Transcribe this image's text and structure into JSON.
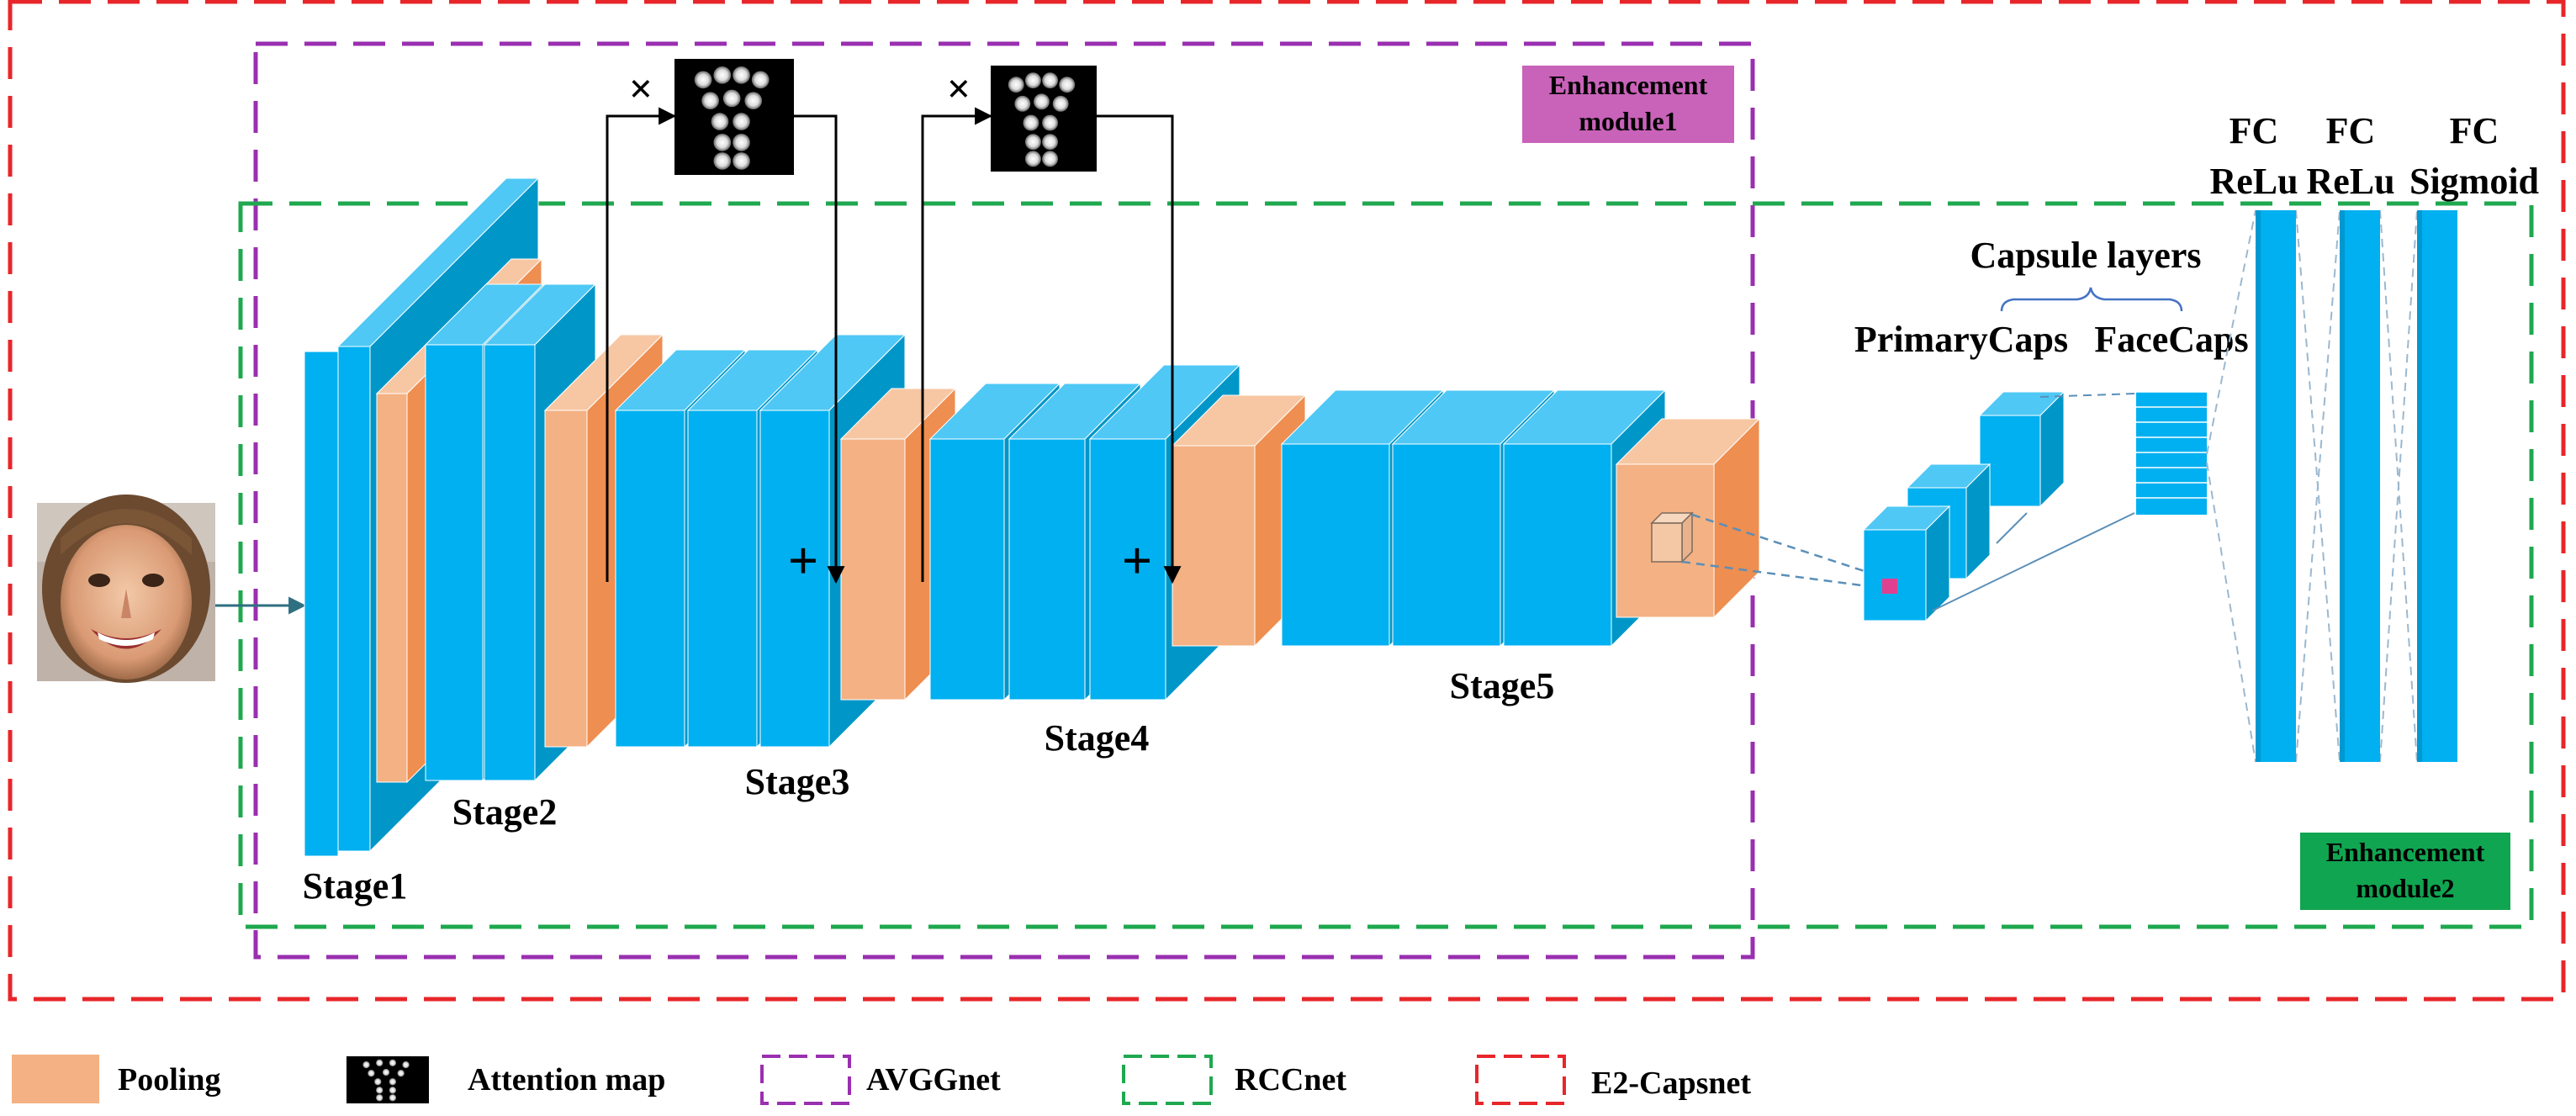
{
  "labels": {
    "stage1": "Stage1",
    "stage2": "Stage2",
    "stage3": "Stage3",
    "stage4": "Stage4",
    "stage5": "Stage5",
    "capsule_layers": "Capsule layers",
    "primary_caps": "PrimaryCaps",
    "face_caps": "FaceCaps",
    "fc1_top": "FC",
    "fc1_bottom": "ReLu",
    "fc2_top": "FC",
    "fc2_bottom": "ReLu",
    "fc3_top": "FC",
    "fc3_bottom": "Sigmoid",
    "enh1_line1": "Enhancement",
    "enh1_line2": "module1",
    "enh2_line1": "Enhancement",
    "enh2_line2": "module2",
    "multiply": "×",
    "plus": "+"
  },
  "legend": {
    "pooling": "Pooling",
    "attention": "Attention map",
    "avggnet": "AVGGnet",
    "rccnet": "RCCnet",
    "e2capsnet": "E2-Capsnet"
  },
  "colors": {
    "conv": "#00B0F0",
    "conv_top": "#4FC8F5",
    "conv_side": "#0096C8",
    "pool": "#F4B183",
    "pool_top": "#F7C7A3",
    "pool_side": "#EE8E50",
    "e2capsnet": "#E8262A",
    "avggnet": "#9A2FB0",
    "rccnet": "#1FA84F",
    "enh1_fill": "#C962B9",
    "enh2_fill": "#10A550",
    "capsule_dot": "#E04090",
    "brace": "#4472C4"
  },
  "icons": {
    "input": "child-face-image",
    "attention": "attention-map-icon"
  }
}
